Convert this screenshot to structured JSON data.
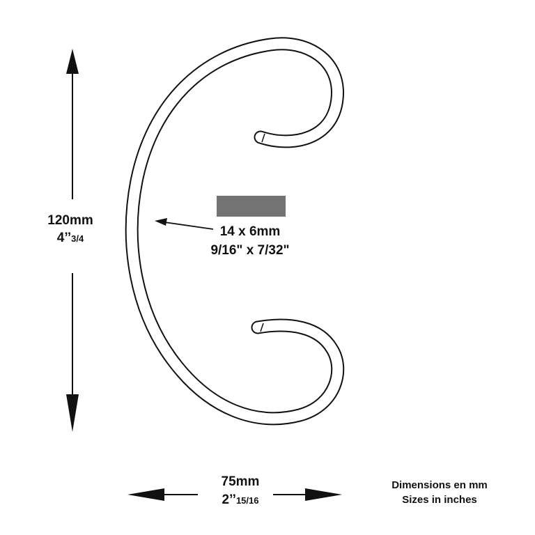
{
  "height": {
    "mm": "120mm",
    "inch_whole": "4’’",
    "inch_fraction": "3/4"
  },
  "width": {
    "mm": "75mm",
    "inch_whole": "2’’",
    "inch_fraction": "15/16"
  },
  "section": {
    "mm": "14 x 6mm",
    "inch": "9/16\" x 7/32\""
  },
  "note": {
    "line1": "Dimensions en mm",
    "line2": "Sizes in inches"
  },
  "colors": {
    "ink": "#111111",
    "section_swatch": "#737373"
  }
}
